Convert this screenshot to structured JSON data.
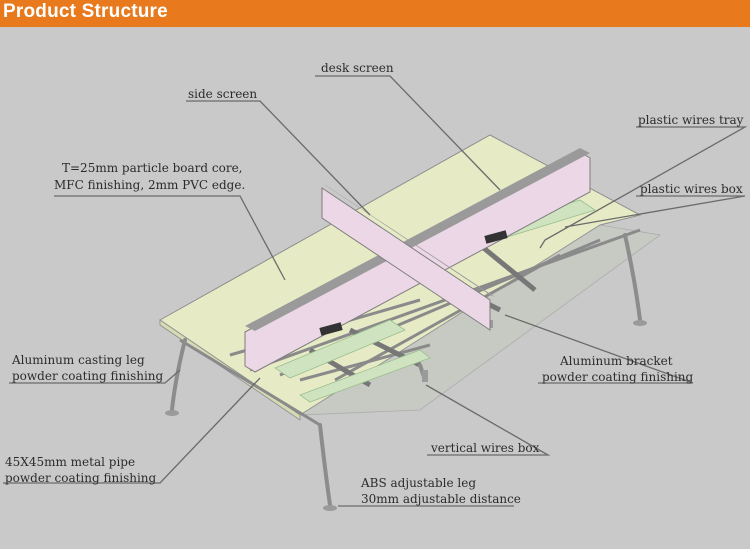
{
  "header": {
    "title": "Product Structure",
    "accent_color": "#e8791c"
  },
  "labels": {
    "desk_screen": "desk screen",
    "side_screen": "side screen",
    "plastic_wires_tray": "plastic wires tray",
    "plastic_wires_box": "plastic wires box",
    "board_line1": "T=25mm particle board core,",
    "board_line2": "MFC finishing, 2mm PVC edge.",
    "leg_line1": "Aluminum casting leg",
    "leg_line2": "powder coating finishing",
    "bracket_line1": "Aluminum bracket",
    "bracket_line2": "powder coating finishing",
    "vertical_wires_box": "vertical wires box",
    "pipe_line1": "45X45mm metal pipe",
    "pipe_line2": "powder coating finishing",
    "abs_line1": "ABS adjustable leg",
    "abs_line2": "30mm adjustable distance"
  }
}
